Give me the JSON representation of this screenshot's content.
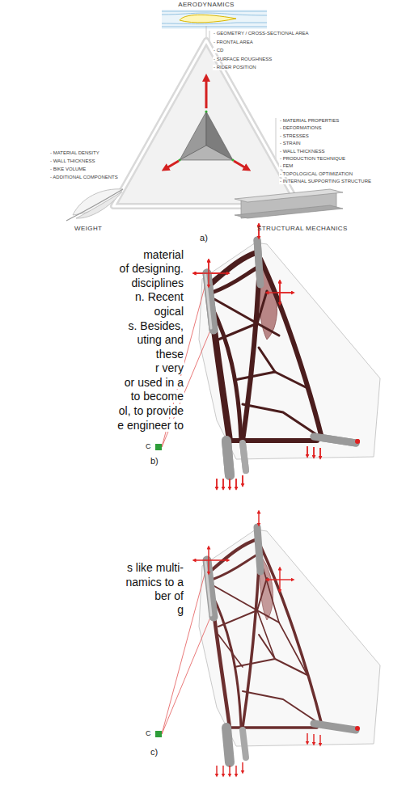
{
  "diagram": {
    "labels": [
      "AERODYNAMICS",
      "- GEOMETRY / CROSS-SECTIONAL AREA",
      "- FRONTAL AREA",
      "- CD",
      "- SURFACE ROUGHNESS",
      "- RIDER POSITION",
      "- MATERIAL PROPERTIES",
      "- DEFORMATIONS",
      "- STRESSES",
      "- STRAIN",
      "- WALL THICKNESS",
      "- PRODUCTION TECHNIQUE",
      "- FEM",
      "- TOPOLOGICAL OPTIMIZATION",
      "- INTERNAL SUPPORTING STRUCTURE",
      "- MATERIAL DENSITY",
      "- WALL THICKNESS",
      "- BIKE VOLUME",
      "- ADDITIONAL COMPONENTS",
      "WEIGHT",
      "STRUCTURAL MECHANICS",
      "a)",
      "material",
      "of designing.",
      "disciplines",
      "n. Recent",
      "ogical",
      "s. Besides,",
      "uting and",
      "these",
      "r very",
      "or used in a",
      "to become",
      "ol, to provide",
      "e engineer to",
      "s like multi-",
      "namics to a",
      "ber of",
      "g",
      "C",
      "b)",
      "C",
      "c)"
    ]
  }
}
